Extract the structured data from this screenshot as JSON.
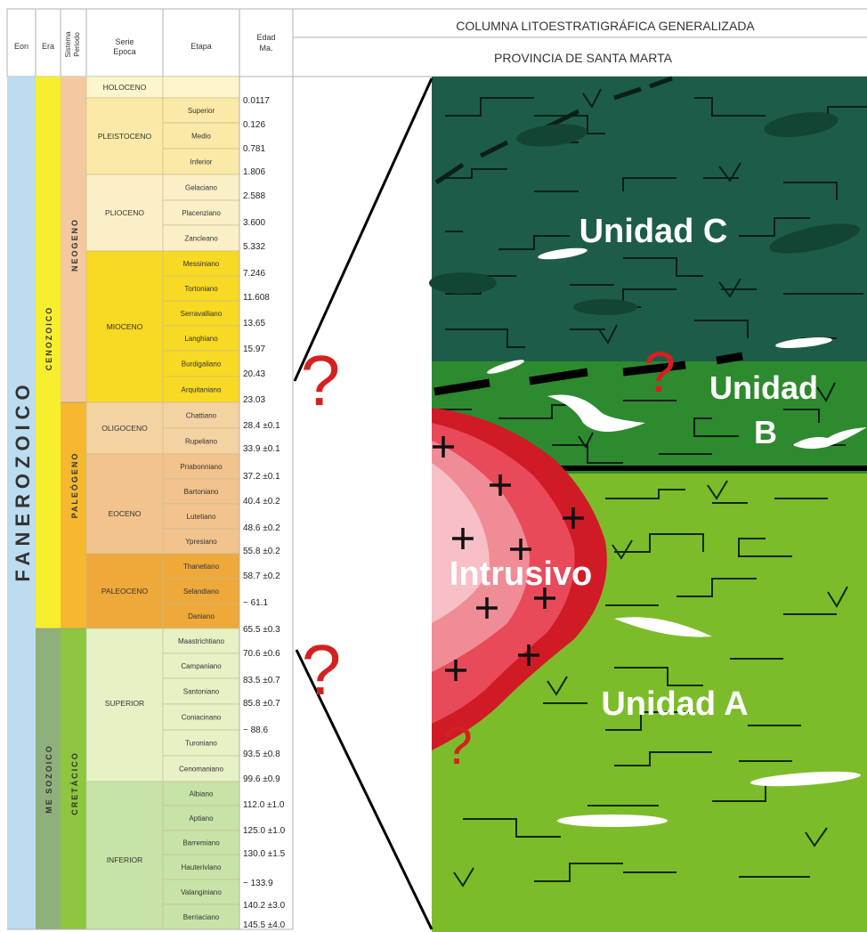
{
  "header": {
    "eon": "Eon",
    "era": "Era",
    "sistema_line1": "Sistema",
    "sistema_line2": "Periodo",
    "serie_line1": "Serie",
    "serie_line2": "Epoca",
    "etapa": "Etapa",
    "edad_line1": "Edad",
    "edad_line2": "Ma.",
    "title": "COLUMNA LITOESTRATIGRÁFICA GENERALIZADA",
    "subtitle": "PROVINCIA DE SANTA MARTA"
  },
  "eon": "FANEROZOICO",
  "eras": [
    "CENOZOICO",
    "ME SOZOICO"
  ],
  "systems": [
    "NEOGENO",
    "PALEÓGENO",
    "CRETÁCICO"
  ],
  "series": [
    "HOLOCENO",
    "PLEISTOCENO",
    "PLIOCENO",
    "MIOCENO",
    "OLIGOCENO",
    "EOCENO",
    "PALEOCENO",
    "SUPERIOR",
    "INFERIOR"
  ],
  "stages": [
    "Superior",
    "Medio",
    "Inferior",
    "Gelaciano",
    "Placenziano",
    "Zancleano",
    "Messiniano",
    "Tortoniano",
    "Serravalliano",
    "Langhiano",
    "Burdigaliano",
    "Arquitaniano",
    "Chattiano",
    "Rupeliano",
    "Priabonniano",
    "Bartoniano",
    "Lutetiano",
    "Ypresiano",
    "Thanetiano",
    "Selandiano",
    "Daniano",
    "Maastrichtiano",
    "Campaniano",
    "Santoniano",
    "Coniacinano",
    "Turoniano",
    "Cenomaniano",
    "Albiano",
    "Aptiano",
    "Barremiano",
    "Hauterivlano",
    "Valanginiano",
    "Berriaciano"
  ],
  "ages": [
    "0.0117",
    "0.126",
    "0.781",
    "1.806",
    "2.588",
    "3.600",
    "5.332",
    "7.246",
    "11.608",
    "13.65",
    "15.97",
    "20.43",
    "23.03",
    "28.4 ±0.1",
    "33.9 ±0.1",
    "37.2 ±0.1",
    "40.4 ±0.2",
    "48.6 ±0.2",
    "55.8 ±0.2",
    "58.7 ±0.2",
    "~ 61.1",
    "65.5 ±0.3",
    "70.6 ±0.6",
    "83.5 ±0.7",
    "85.8 ±0.7",
    "~ 88.6",
    "93.5 ±0.8",
    "99.6 ±0.9",
    "112.0 ±1.0",
    "125.0 ±1.0",
    "130.0 ±1.5",
    "~ 133.9",
    "140.2 ±3.0",
    "145.5 ±4.0"
  ],
  "units": {
    "c": "Unidad C",
    "b_line1": "Unidad",
    "b_line2": "B",
    "a": "Unidad A",
    "intrusivo": "Intrusivo"
  },
  "uncertain_mark": "?",
  "colors": {
    "eon": "#bcdcef",
    "cenozoic": "#f7ee2e",
    "mesozoic": "#8fb07a",
    "neogene": "#f4c9a0",
    "paleogene": "#f5b82e",
    "cretaceous": "#8dc63f",
    "holocene": "#fdf5cc",
    "pleistocene": "#fbe9a7",
    "pliocene": "#fbefc7",
    "miocene": "#f8d923",
    "oligocene": "#f4d3a2",
    "eocene": "#f2c38d",
    "paleocene": "#eea93a",
    "upper_cretaceous": "#e6f1c6",
    "lower_cretaceous": "#c7e3a7",
    "unit_c": "#1e5c4a",
    "unit_b": "#2e8a2e",
    "unit_a": "#7cbc2a",
    "intrusive": "#d01a26",
    "question": "#d42020"
  }
}
